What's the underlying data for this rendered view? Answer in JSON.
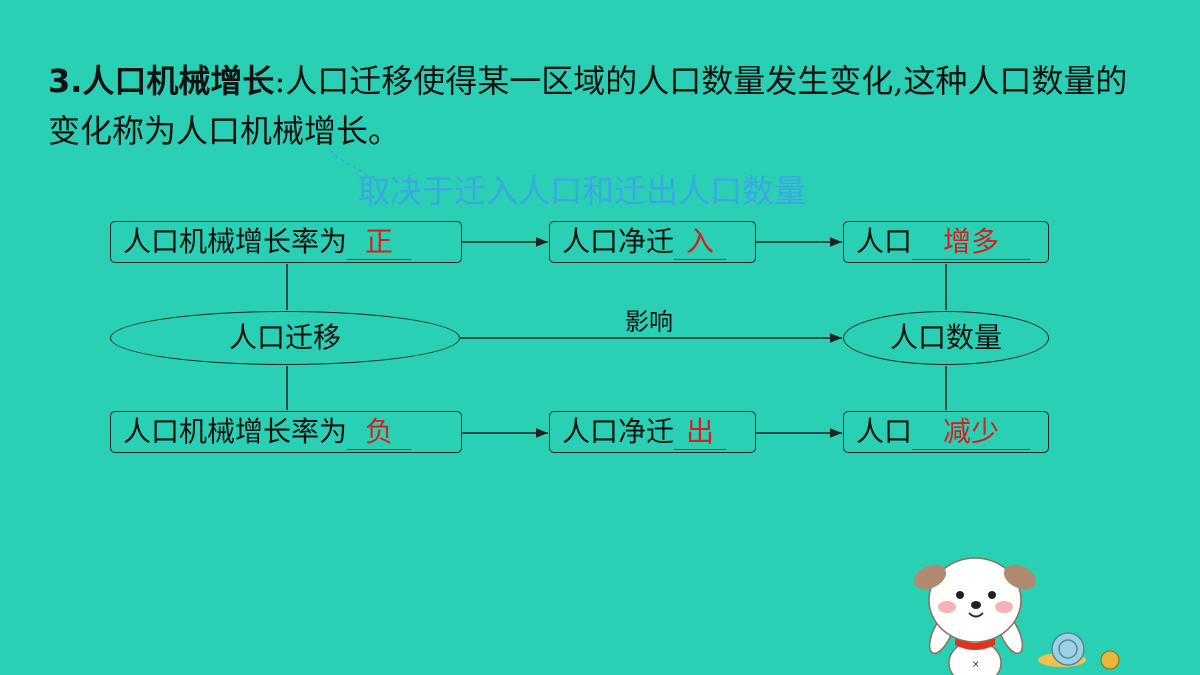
{
  "paragraph": {
    "number": "3.",
    "term": "人口机械增长",
    "colon": ":",
    "body": "人口迁移使得某一区域的人口数量发生变化,这种人口数量的变化称为人口机械增长。"
  },
  "annotation": "取决于迁入人口和迁出人口数量",
  "diagram": {
    "top_row": {
      "rate_prefix": "人口机械增长率为",
      "rate_answer": "正",
      "net_prefix": "人口净迁",
      "net_answer": "入",
      "pop_prefix": "人口",
      "pop_answer": "增多"
    },
    "middle_row": {
      "source": "人口迁移",
      "arrow_label": "影响",
      "target": "人口数量"
    },
    "bottom_row": {
      "rate_prefix": "人口机械增长率为",
      "rate_answer": "负",
      "net_prefix": "人口净迁",
      "net_answer": "出",
      "pop_prefix": "人口",
      "pop_answer": "减少"
    }
  },
  "colors": {
    "background": "#2ad0b3",
    "answer": "#d62020",
    "annotation": "#3aa7e6"
  }
}
